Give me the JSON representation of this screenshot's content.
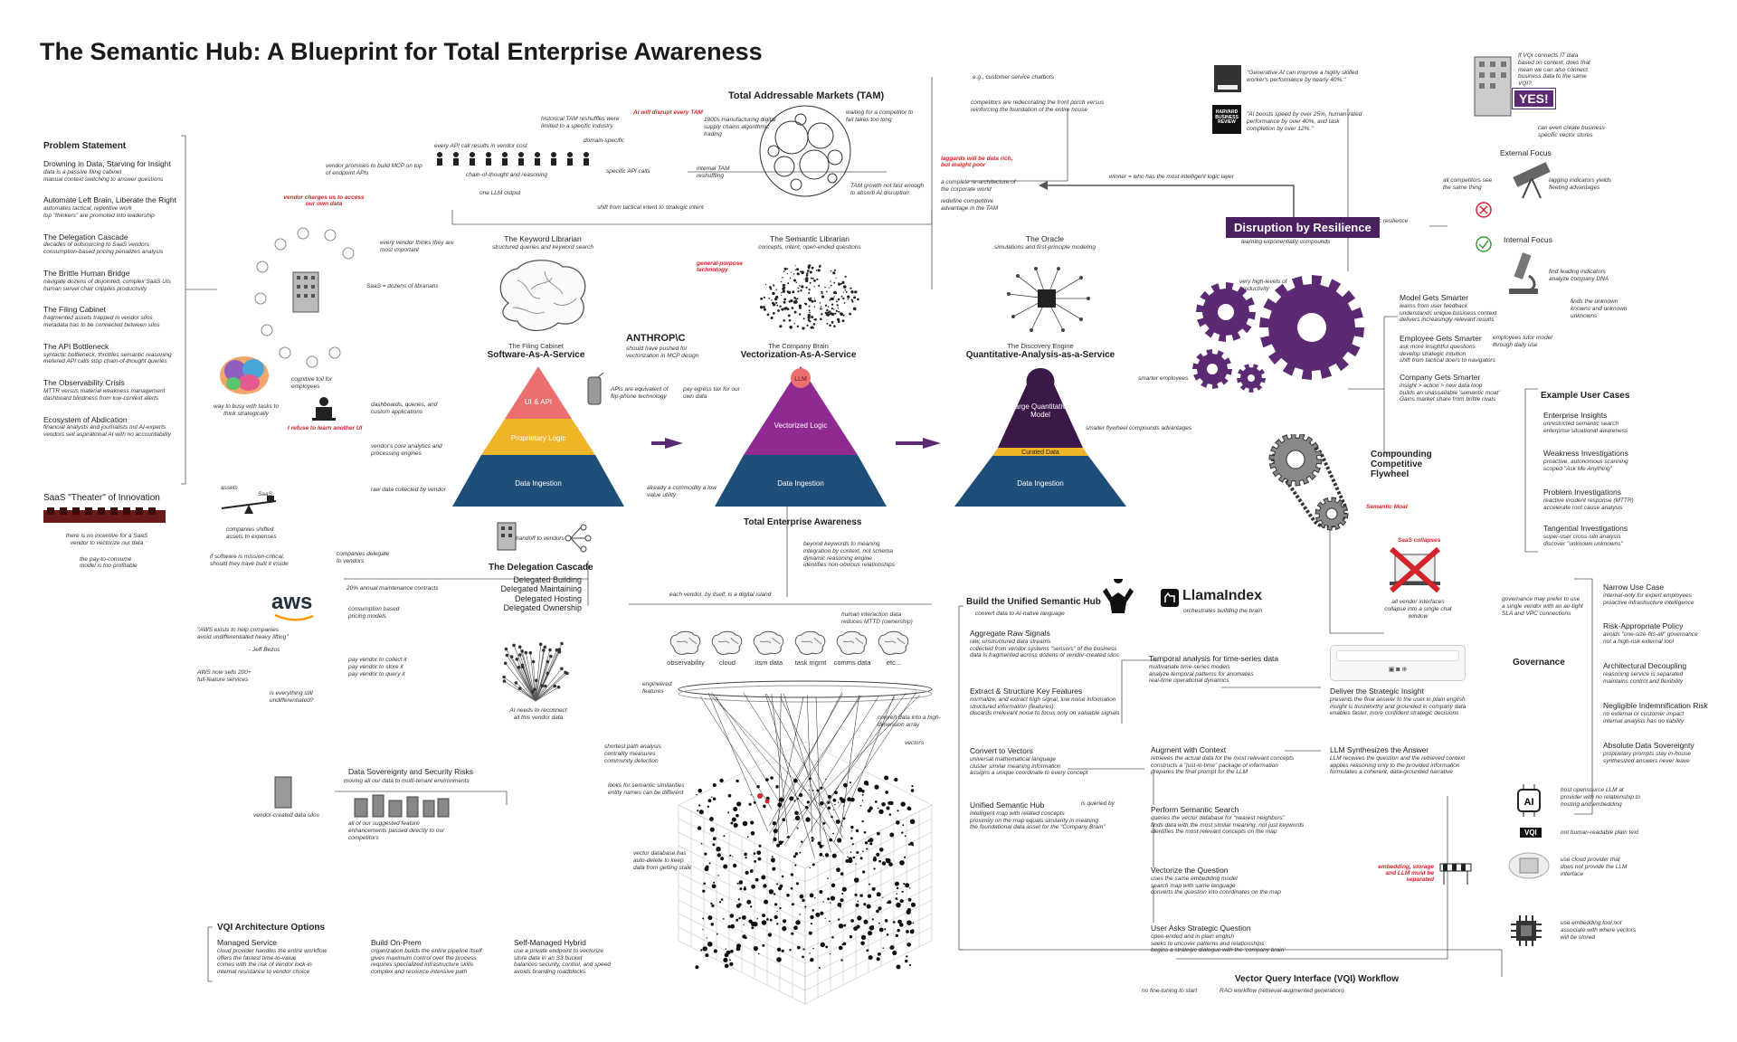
{
  "title": "The Semantic Hub: A Blueprint for Total Enterprise Awareness",
  "problem": {
    "heading": "Problem Statement",
    "items": [
      {
        "title": "Drowning in Data, Starving for Insight",
        "lines": [
          "data is a passive filing cabinet",
          "manual context switching to answer questions"
        ]
      },
      {
        "title": "Automate Left Brain, Liberate the Right",
        "lines": [
          "automates tactical, repetitive work",
          "top \"thinkers\" are promoted into leadership"
        ]
      },
      {
        "title": "The Delegation Cascade",
        "lines": [
          "decades of outsourcing to SaaS vendors",
          "consumption-based pricing penalizes analysis"
        ]
      },
      {
        "title": "The Brittle Human Bridge",
        "lines": [
          "navigate dozens of disjointed, complex SaaS UIs",
          "human swivel chair cripples productivity"
        ]
      },
      {
        "title": "The Filing Cabinet",
        "lines": [
          "fragmented assets trapped in vendor silos",
          "metadata has to be connected between silos"
        ]
      },
      {
        "title": "The API Bottleneck",
        "lines": [
          "syntactic bottleneck, throttles semantic reasoning",
          "metered API calls stop chain-of-thought queries"
        ]
      },
      {
        "title": "The Observability Crisis",
        "lines": [
          "MTTR versus material weakness management",
          "dashboard blindness from low-context alerts"
        ]
      },
      {
        "title": "Ecosystem of Abdication",
        "lines": [
          "financial analysts and journalists not AI-experts",
          "vendors sell aspirational AI with no accountability"
        ]
      }
    ]
  },
  "saas_theater": {
    "title": "SaaS \"Theater\" of Innovation",
    "lines": [
      "there is no incentive for a SaaS",
      "vendor to vectorize our data"
    ],
    "note": [
      "the pay-to-consume",
      "model is too profitable"
    ]
  },
  "tam": {
    "title": "Total Addressable Markets (TAM)",
    "red_note": "AI will disrupt every TAM",
    "notes": [
      "historical TAM reshuffles were limited to a specific industry",
      "1900s manufacturing digital supply chains algorithmic trading",
      "waiting for a competitor to fail takes too long",
      "TAM growth not fast enough to absorb AI disruption",
      "domain-specific",
      "internal TAM reshuffling"
    ]
  },
  "top_notes": {
    "vendor_mcp": "vendor promises to build MCP on top of endpoint APIs",
    "api_cost": "every API call results in vendor cost",
    "chain": "chain-of-thought and reasoning",
    "specific_api": "specific API calls",
    "one_llm": "one LLM output",
    "vendor_charges": "vendor charges us to access our own data",
    "shift": "shift from tactical intent to strategic intent",
    "every_vendor": "every vendor thinks they are most important",
    "saas_librarians": "SaaS = dozens of librarians",
    "cognitive": "cognitive toil for employees",
    "refuse": "I refuse to learn another UI",
    "busy": "way to busy with tasks to think strategically",
    "customer_chatbots": "e.g., customer service chatbots",
    "competitors": "competitors are redecorating the front porch versus reinforcing the foundation of the entire house",
    "laggards": "laggards will be data rich, but insight poor",
    "rearchitecture": "a complete re-architecture of the corporate world",
    "redefine": "redefine competitive advantage in the TAM",
    "winner": "winner = who has the most intelligent logic layer",
    "general_purpose": "general-purpose technology"
  },
  "librarians": [
    {
      "name": "The Keyword Librarian",
      "desc": "structured queries and keyword search"
    },
    {
      "name": "The Semantic Librarian",
      "desc": "concepts, intent, open-ended questions"
    },
    {
      "name": "The Oracle",
      "desc": "simulations and first-principle modeling"
    }
  ],
  "pyramids": [
    {
      "caption": "The Filing Cabinet",
      "name": "Software-As-A-Service",
      "layers": [
        "UI & API",
        "Proprietary Logic",
        "Data Ingestion"
      ]
    },
    {
      "caption": "The Company Brain",
      "name": "Vectorization-As-A-Service",
      "layers": [
        "LLM",
        "Vectorized Logic",
        "Data Ingestion"
      ]
    },
    {
      "caption": "The Discovery Engine",
      "name": "Quantitative-Analysis-as-a-Service",
      "layers": [
        "Large Quantitative Model",
        "Curated Data",
        "Data Ingestion"
      ]
    }
  ],
  "pyramid_notes": {
    "anthropic": "ANTHROP\\C",
    "pushed": "should have pushed for vectorization in MCP design",
    "flip": "APIs are equivalent of flip-phone technology",
    "excise": "pay egress tax for our own data",
    "dashboards": "dashboards, queries, and custom applications",
    "core": "vendor's core analytics and processing engines",
    "raw": "raw data collected by vendor",
    "commodity": "already a commodity a low value utility",
    "smarter_employees": "smarter employees",
    "flywheel_adv": "smaller flywheel compounds advantages",
    "productivity": "very high-levels of productivity"
  },
  "total_awareness": {
    "title": "Total Enterprise Awareness",
    "lines": [
      "beyond keywords to meaning",
      "integration by context, not schema",
      "dynamic reasoning engine",
      "identifies non-obvious relationships"
    ],
    "island": "each vendor, by itself, is a digital island",
    "human": "human interaction data reduces MTTD (ownership)",
    "sources": [
      "observability",
      "cloud",
      "itsm data",
      "task mgmt",
      "comms data",
      "etc..."
    ],
    "engineered": "engineered features",
    "convert": "convert data into a high-dimension array",
    "vectors": "vectors",
    "shortest": "shortest path analysis centrality measures community detection",
    "semantic": "looks for semantic similarities entity names can be different",
    "autodelete": "vector database has auto-delete to keep data from getting stale"
  },
  "delegation": {
    "title": "The Delegation Cascade",
    "lines": [
      "Delegated Building",
      "Delegated  Maintaining",
      "Delegated  Hosting",
      "Delegated  Ownership"
    ],
    "handoff": "handoff to vendors",
    "assets": "assets",
    "saas": "SaaS",
    "shifted": "companies shifted assets to expenses",
    "mission": "if software is mission-critical, should they have built it inside",
    "delegate": "companies delegate to vendors",
    "maint": "20% annual maintenance contracts",
    "consumption": "consumption based pricing models",
    "aws_brand": "aws",
    "quote": "\"AWS exists to help companies avoid undifferentiated heavy lifting\"",
    "bezos": "- Jeff Bezos",
    "services": "AWS now sells 200+ full-feature services",
    "pay": "pay vendor to collect it\npay vendor to store it\npay vendor to query it",
    "undiff": "is everything still undifferentiated?",
    "reconnect": "AI needs to reconnect all this vendor data"
  },
  "sovereignty": {
    "title": "Data Sovereignty and Security Risks",
    "sub": "moving all our data to multi-tenant environments",
    "left": "vendor-created data silos",
    "right": "all of our suggested feature enhancements passed directly to our competitors"
  },
  "vqi_options": {
    "title": "VQI Architecture Options",
    "cols": [
      {
        "name": "Managed Service",
        "lines": [
          "cloud provider handles the entire workflow",
          "offers the fastest time-to-value",
          "comes with the risk of vendor lock-in",
          "internal resistance to vendor choice"
        ]
      },
      {
        "name": "Build On-Prem",
        "lines": [
          "organization builds the entire pipeline itself",
          "gives maximum control over the process",
          "requires specialized infrastructure skills",
          "complex and resource-intensive path"
        ]
      },
      {
        "name": "Self-Managed Hybrid",
        "lines": [
          "use a private endpoint to vectorize",
          "store data in an S3 bucket",
          "balances security, control, and speed",
          "avoids branding roadblocks"
        ]
      }
    ]
  },
  "hub": {
    "title": "Build the Unified Semantic Hub",
    "sub": "convert data to AI-native language",
    "llamaindex": "LlamaIndex",
    "llama_note": "orchestrates building the brain",
    "steps": [
      {
        "name": "Aggregate Raw Signals",
        "lines": [
          "raw, unstructured data streams",
          "collected from vendor systems \"sensors\" of the business",
          "data is fragmented across dozens of vendor-created silos"
        ]
      },
      {
        "name": "Extract & Structure Key Features",
        "lines": [
          "normalize, and extract high signal, low noise information",
          "structured information (features)",
          "discards irrelevant noise to focus only on valuable signals"
        ]
      },
      {
        "name": "Convert to Vectors",
        "lines": [
          "universal mathematical language",
          "cluster similar meaning information",
          "assigns a unique coordinate to every concept"
        ]
      },
      {
        "name": "Unified Semantic Hub",
        "lines": [
          "intelligent map with related concepts",
          "proximity on the map equals similarity in meaning",
          "the foundational data asset for the \"Company Brain\""
        ]
      }
    ],
    "temporal": {
      "name": "Temporal analysis for time-series data",
      "lines": [
        "multivariate time-series models",
        "analyze temporal patterns for anomalies",
        "real-time operational dynamics"
      ]
    },
    "queried": "is queried by"
  },
  "vqi_flow": {
    "title": "Vector Query Interface (VQI) Workflow",
    "no_ft": "no fine-tuning to start",
    "rag": "RAG workflow (retrieval-augmented generation)",
    "steps": [
      {
        "name": "User Asks Strategic Question",
        "lines": [
          "open-ended and in plain english",
          "seeks to uncover patterns and relationships",
          "begins a strategic dialogue with the 'company brain'"
        ]
      },
      {
        "name": "Vectorize the Question",
        "lines": [
          "uses the same embedding model",
          "search map with same language",
          "converts the question into coordinates on the map"
        ]
      },
      {
        "name": "Perform Semantic Search",
        "lines": [
          "queries the vector database for \"nearest neighbors\"",
          "finds data with the most similar meaning, not just keywords",
          "identifies the most relevant concepts on the map"
        ]
      },
      {
        "name": "Augment with Context",
        "lines": [
          "retrieves the actual data for the most relevant concepts",
          "constructs a \"just-in-time\" package of information",
          "prepares the final prompt for the LLM"
        ]
      },
      {
        "name": "LLM Synthesizes the Answer",
        "lines": [
          "LLM receives the question and the retrieved context",
          "applies reasoning only to the provided information",
          "formulates a coherent, data-grounded narrative"
        ]
      },
      {
        "name": "Deliver the Strategic Insight",
        "lines": [
          "presents the final answer to the user in plain english",
          "insight is trustworthy and grounded in company data",
          "enables faster, more confident strategic decisions"
        ]
      }
    ]
  },
  "disruption": {
    "title": "Disruption by Resilience",
    "sub": "learning exponentially compounds",
    "intrinsic": "intrinsic resilience",
    "ext": "External Focus",
    "ext_lines": [
      "all competitors see the same thing",
      "lagging indicators yields fleeting advantages"
    ],
    "int": "Internal Focus",
    "int_lines": [
      "find leading indicators analyze company DNA",
      "finds the unknown knowns and unknown unknowns"
    ],
    "yes": "YES!",
    "vqi_q": "If VQI connects IT data based on context, does that mean we can also connect business data to the same VQI?",
    "vector_stores": "can even create business specific vector stores",
    "hbr1": "\"Generative AI can improve a highly skilled worker's performance by nearly 40%.\"",
    "hbr2": "\"AI boosts speed by over 25%, human-rated performance by over 40%, and task completion by over 12%.\"",
    "hbr_logo": "HARVARD BUSINESS REVIEW"
  },
  "smarter": [
    {
      "name": "Model Gets Smarter",
      "lines": [
        "learns from user feedback",
        "understands unique business context",
        "delivers increasingly relevant results"
      ]
    },
    {
      "name": "Employee Gets Smarter",
      "lines": [
        "ask more insightful questions",
        "develop strategic intuition",
        "shift from tactical doers to navigators"
      ]
    },
    {
      "name": "Company Gets Smarter",
      "lines": [
        "insight > action > new data loop",
        "builds an unassailable 'semantic moat'",
        "Gains market share from brittle rivals"
      ]
    }
  ],
  "tutor": "employees tutor model through daily use",
  "flywheel": {
    "title": "Compounding Competitive Flywheel",
    "moat": "Semantic Moat",
    "collapse": "SaaS collapses",
    "collapse_note": "all vendor interfaces collapse into a single chat window"
  },
  "use_cases": {
    "title": "Example User Cases",
    "items": [
      {
        "name": "Enterprise Insights",
        "lines": [
          "unrestricted semantic search",
          "enterprise situational awareness"
        ]
      },
      {
        "name": "Weakness Investigations",
        "lines": [
          "proactive, autonomous scanning",
          "scoped \"Ask Me Anything\""
        ]
      },
      {
        "name": "Problem Investigations",
        "lines": [
          "reactive incident response (MTTR)",
          "accelerate root cause analysis"
        ]
      },
      {
        "name": "Tangential Investigations",
        "lines": [
          "super-user cross-silo analysis",
          "discover \"unknown unknowns\""
        ]
      }
    ]
  },
  "governance": {
    "title": "Governance",
    "note": "governance may prefer to use a single vendor with an air-tight SLA and VPC connections",
    "items": [
      {
        "name": "Narrow Use Case",
        "lines": [
          "internal-only for expert employees",
          "proactive infrastructure intelligence"
        ]
      },
      {
        "name": "Risk-Appropriate Policy",
        "lines": [
          "avoids \"one-size-fits-all\" governance",
          "not a high-risk external tool"
        ]
      },
      {
        "name": "Architectural Decoupling",
        "lines": [
          "reasoning service is separated",
          "maintains control and flexibility"
        ]
      },
      {
        "name": "Negligible Indemnification Risk",
        "lines": [
          "no external or customer impact",
          "internal analysis has no liability"
        ]
      },
      {
        "name": "Absolute Data Sovereignty",
        "lines": [
          "proprietary prompts stay in-house",
          "synthesized answers never leave"
        ]
      }
    ]
  },
  "infra": {
    "ai": "host opensource LLM at provider with no relationship to hosting and embedding",
    "vqi": "VQI",
    "vqi_note": "not human-readable plain text",
    "cloud": "use cloud provider that does not provide the LLM interface",
    "chip": "use embedding tool not associate with where vectors will be stored",
    "red": "embedding, storage and LLM must be separated"
  },
  "colors": {
    "purple": "#5c2a72",
    "red": "#d4232b",
    "navy": "#1f4e79",
    "gold": "#f0b429",
    "salmon": "#ec6f6f",
    "brand": "#4a2060"
  }
}
